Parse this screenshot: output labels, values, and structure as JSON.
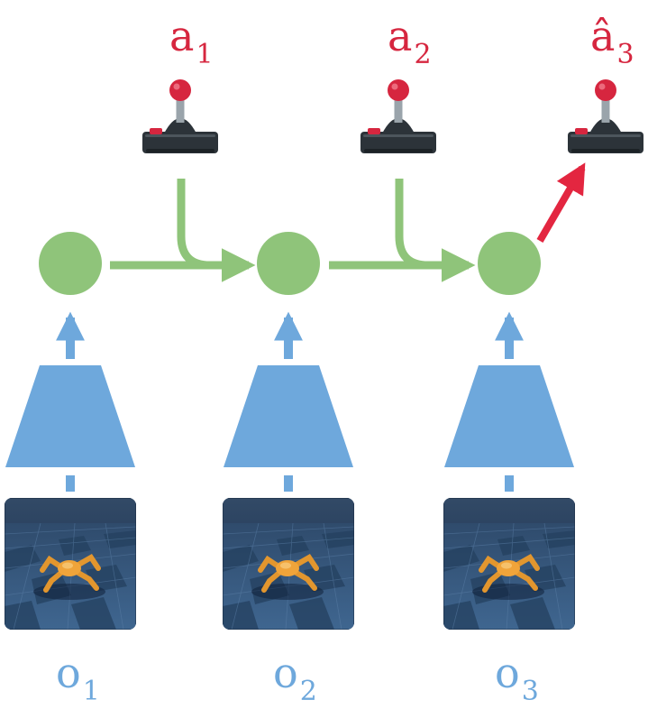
{
  "diagram": {
    "colors": {
      "action": "#d6263f",
      "observation": "#6ea8dc",
      "state": "#8fc47a",
      "arrow_predicted": "#e32640",
      "joystick_body": "#2c3339"
    },
    "actions": [
      {
        "symbol": "a",
        "subscript": "1",
        "icon": "joystick-icon",
        "predicted": false
      },
      {
        "symbol": "a",
        "subscript": "2",
        "icon": "joystick-icon",
        "predicted": false
      },
      {
        "symbol": "â",
        "subscript": "3",
        "icon": "joystick-icon",
        "predicted": true
      }
    ],
    "observations": [
      {
        "symbol": "o",
        "subscript": "1",
        "image": "ant-robot-frame"
      },
      {
        "symbol": "o",
        "subscript": "2",
        "image": "ant-robot-frame"
      },
      {
        "symbol": "o",
        "subscript": "3",
        "image": "ant-robot-frame"
      }
    ],
    "states": 3,
    "encoders": 3
  }
}
